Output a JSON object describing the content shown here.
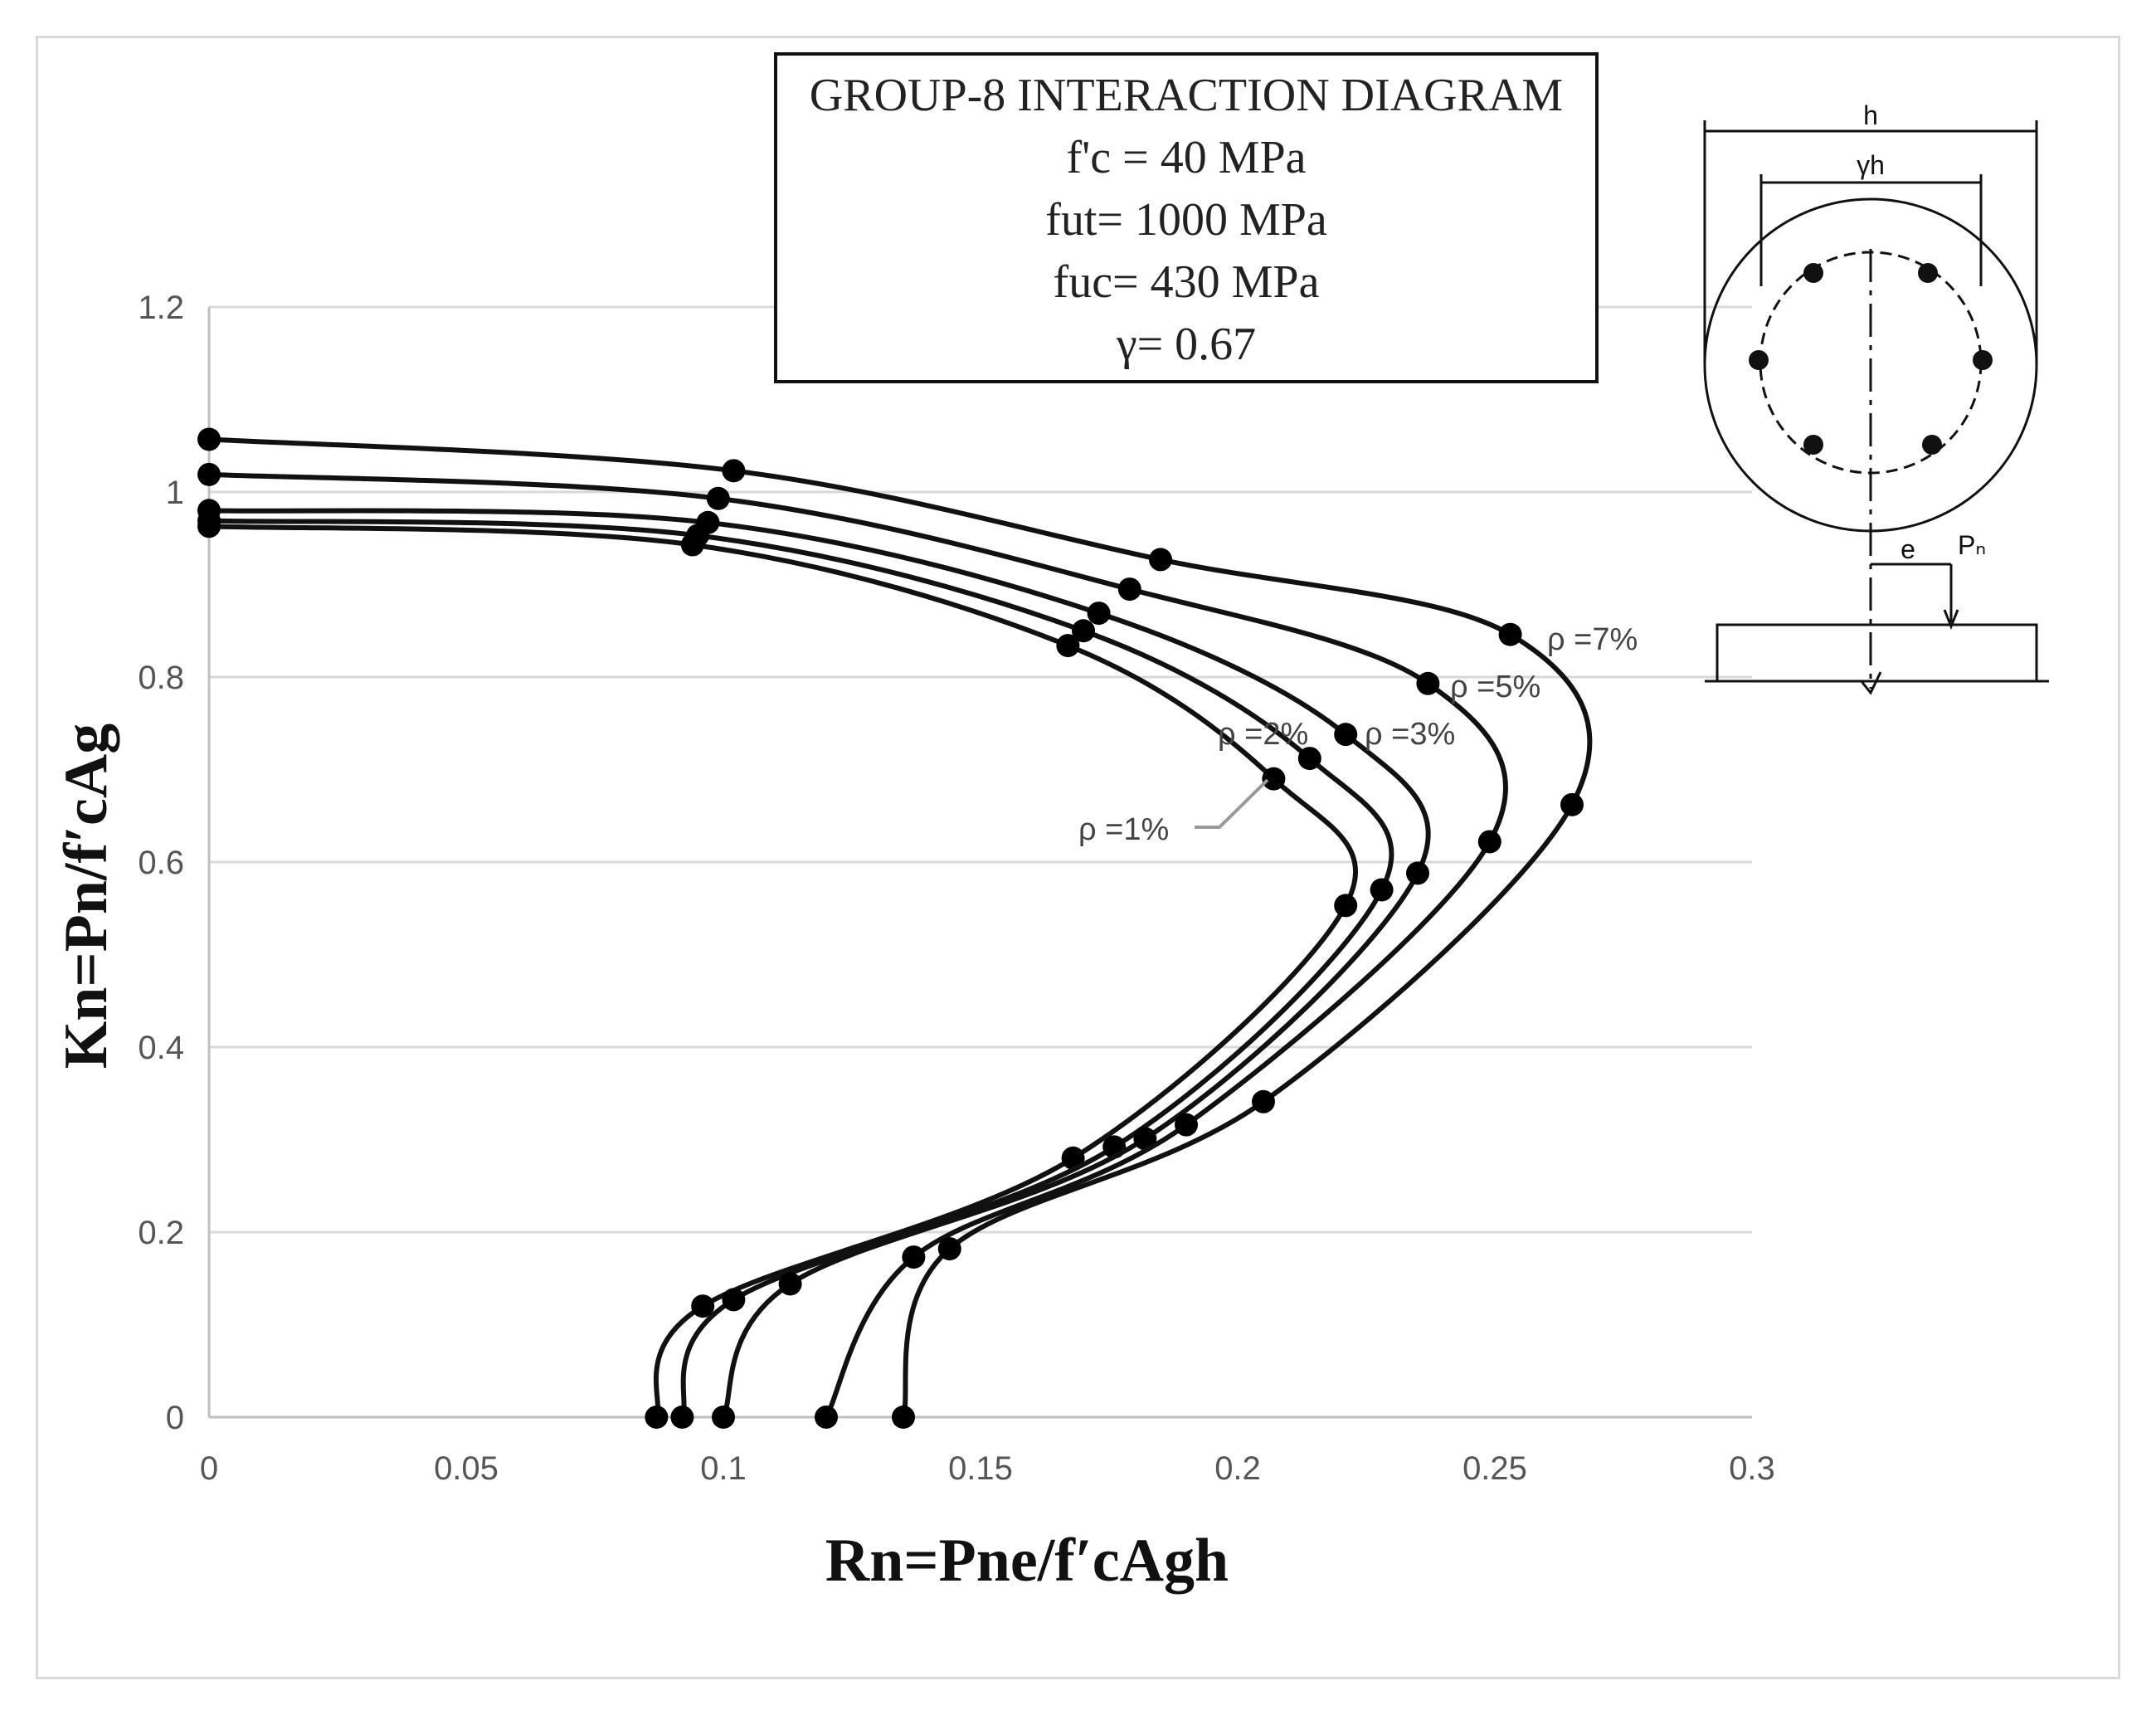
{
  "chart_data": {
    "type": "line",
    "title_lines": [
      "GROUP-8 INTERACTION DIAGRAM",
      "f'c = 40 MPa",
      "fut= 1000 MPa",
      "fuc= 430 MPa",
      "γ= 0.67"
    ],
    "xlabel": "Rn=Pne/f′cAgh",
    "ylabel": "Kn=Pn/f′cAg",
    "xlim": [
      0,
      0.3
    ],
    "ylim": [
      0,
      1.2
    ],
    "xticks": [
      "0",
      "0.05",
      "0.1",
      "0.15",
      "0.2",
      "0.25",
      "0.3"
    ],
    "yticks": [
      "0",
      "0.2",
      "0.4",
      "0.6",
      "0.8",
      "1",
      "1.2"
    ],
    "grid": "horizontal",
    "legend": "inline labels",
    "series": [
      {
        "name": "ρ =1%",
        "points": [
          [
            0,
            0.963
          ],
          [
            0.094,
            0.943
          ],
          [
            0.167,
            0.834
          ],
          [
            0.207,
            0.69
          ],
          [
            0.221,
            0.553
          ],
          [
            0.168,
            0.28
          ],
          [
            0.096,
            0.12
          ],
          [
            0.087,
            0.0
          ]
        ]
      },
      {
        "name": "ρ =2%",
        "points": [
          [
            0,
            0.969
          ],
          [
            0.095,
            0.953
          ],
          [
            0.17,
            0.85
          ],
          [
            0.214,
            0.712
          ],
          [
            0.228,
            0.57
          ],
          [
            0.176,
            0.292
          ],
          [
            0.102,
            0.127
          ],
          [
            0.092,
            0.0
          ]
        ]
      },
      {
        "name": "ρ =3%",
        "points": [
          [
            0,
            0.98
          ],
          [
            0.097,
            0.967
          ],
          [
            0.173,
            0.869
          ],
          [
            0.221,
            0.738
          ],
          [
            0.235,
            0.588
          ],
          [
            0.182,
            0.301
          ],
          [
            0.113,
            0.144
          ],
          [
            0.1,
            0.0
          ]
        ]
      },
      {
        "name": "ρ =5%",
        "points": [
          [
            0,
            1.019
          ],
          [
            0.099,
            0.993
          ],
          [
            0.179,
            0.895
          ],
          [
            0.237,
            0.793
          ],
          [
            0.249,
            0.622
          ],
          [
            0.19,
            0.316
          ],
          [
            0.137,
            0.173
          ],
          [
            0.12,
            0.0
          ]
        ]
      },
      {
        "name": "ρ =7%",
        "points": [
          [
            0,
            1.057
          ],
          [
            0.102,
            1.023
          ],
          [
            0.185,
            0.927
          ],
          [
            0.253,
            0.846
          ],
          [
            0.265,
            0.662
          ],
          [
            0.205,
            0.341
          ],
          [
            0.144,
            0.182
          ],
          [
            0.135,
            0.0
          ]
        ]
      }
    ],
    "inset": {
      "width_label": "h",
      "inner_label": "γh",
      "ecc_label": "e",
      "load_label": "Pₙ"
    }
  }
}
